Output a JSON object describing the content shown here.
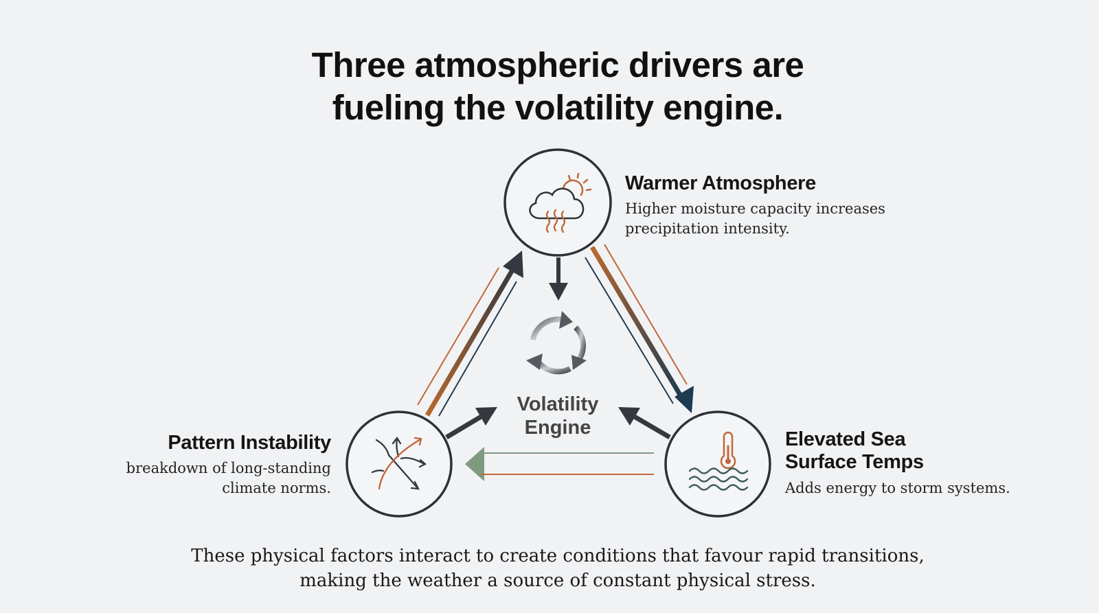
{
  "title": {
    "line1": "Three atmospheric drivers are",
    "line2": "fueling the volatility engine."
  },
  "center": {
    "line1": "Volatility",
    "line2": "Engine",
    "icon": "cycle-arrows-icon"
  },
  "nodes": {
    "warmer": {
      "title": "Warmer Atmosphere",
      "desc_line1": "Higher moisture capacity increases",
      "desc_line2": "precipitation intensity.",
      "icon": "cloud-sun-heat-icon"
    },
    "pattern": {
      "title": "Pattern Instability",
      "desc_line1": "breakdown of long-standing",
      "desc_line2": "climate norms.",
      "icon": "scattered-arrows-icon"
    },
    "sea": {
      "title_line1": "Elevated Sea",
      "title_line2": "Surface Temps",
      "desc": "Adds energy to storm systems.",
      "icon": "thermometer-waves-icon"
    }
  },
  "footer": {
    "line1": "These physical factors interact to create conditions that favour rapid transitions,",
    "line2": "making the weather a source of constant physical stress."
  },
  "colors": {
    "orange": "#c0673a",
    "dark": "#33393f",
    "navy": "#1f3b52",
    "green": "#7f9a80",
    "background": "#f1f2f4"
  }
}
